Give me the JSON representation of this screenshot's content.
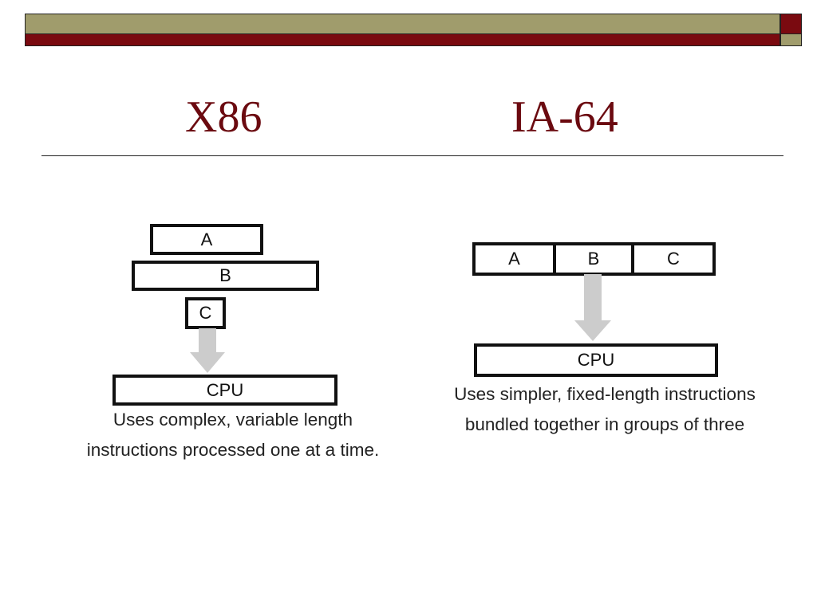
{
  "header": {
    "left_title": "X86",
    "right_title": "IA-64"
  },
  "x86": {
    "instructions": [
      "A",
      "B",
      "C"
    ],
    "cpu_label": "CPU",
    "caption": "Uses complex, variable length instructions processed one at a time."
  },
  "ia64": {
    "instructions": [
      "A",
      "B",
      "C"
    ],
    "cpu_label": "CPU",
    "caption": "Uses simpler, fixed-length instructions bundled together in groups of three"
  },
  "colors": {
    "title": "#6b0a10",
    "olive": "#a09c6c",
    "maroon": "#7a0a10",
    "arrow": "#cccccc"
  }
}
